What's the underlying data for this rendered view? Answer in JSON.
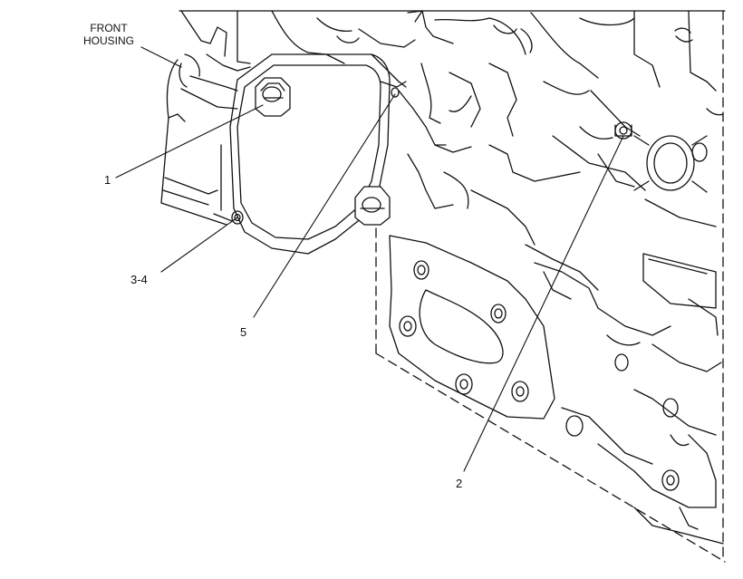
{
  "labels": {
    "front_housing_line1": "FRONT",
    "front_housing_line2": "HOUSING",
    "item_1": "1",
    "item_2": "2",
    "item_3_4": "3-4",
    "item_5": "5"
  }
}
